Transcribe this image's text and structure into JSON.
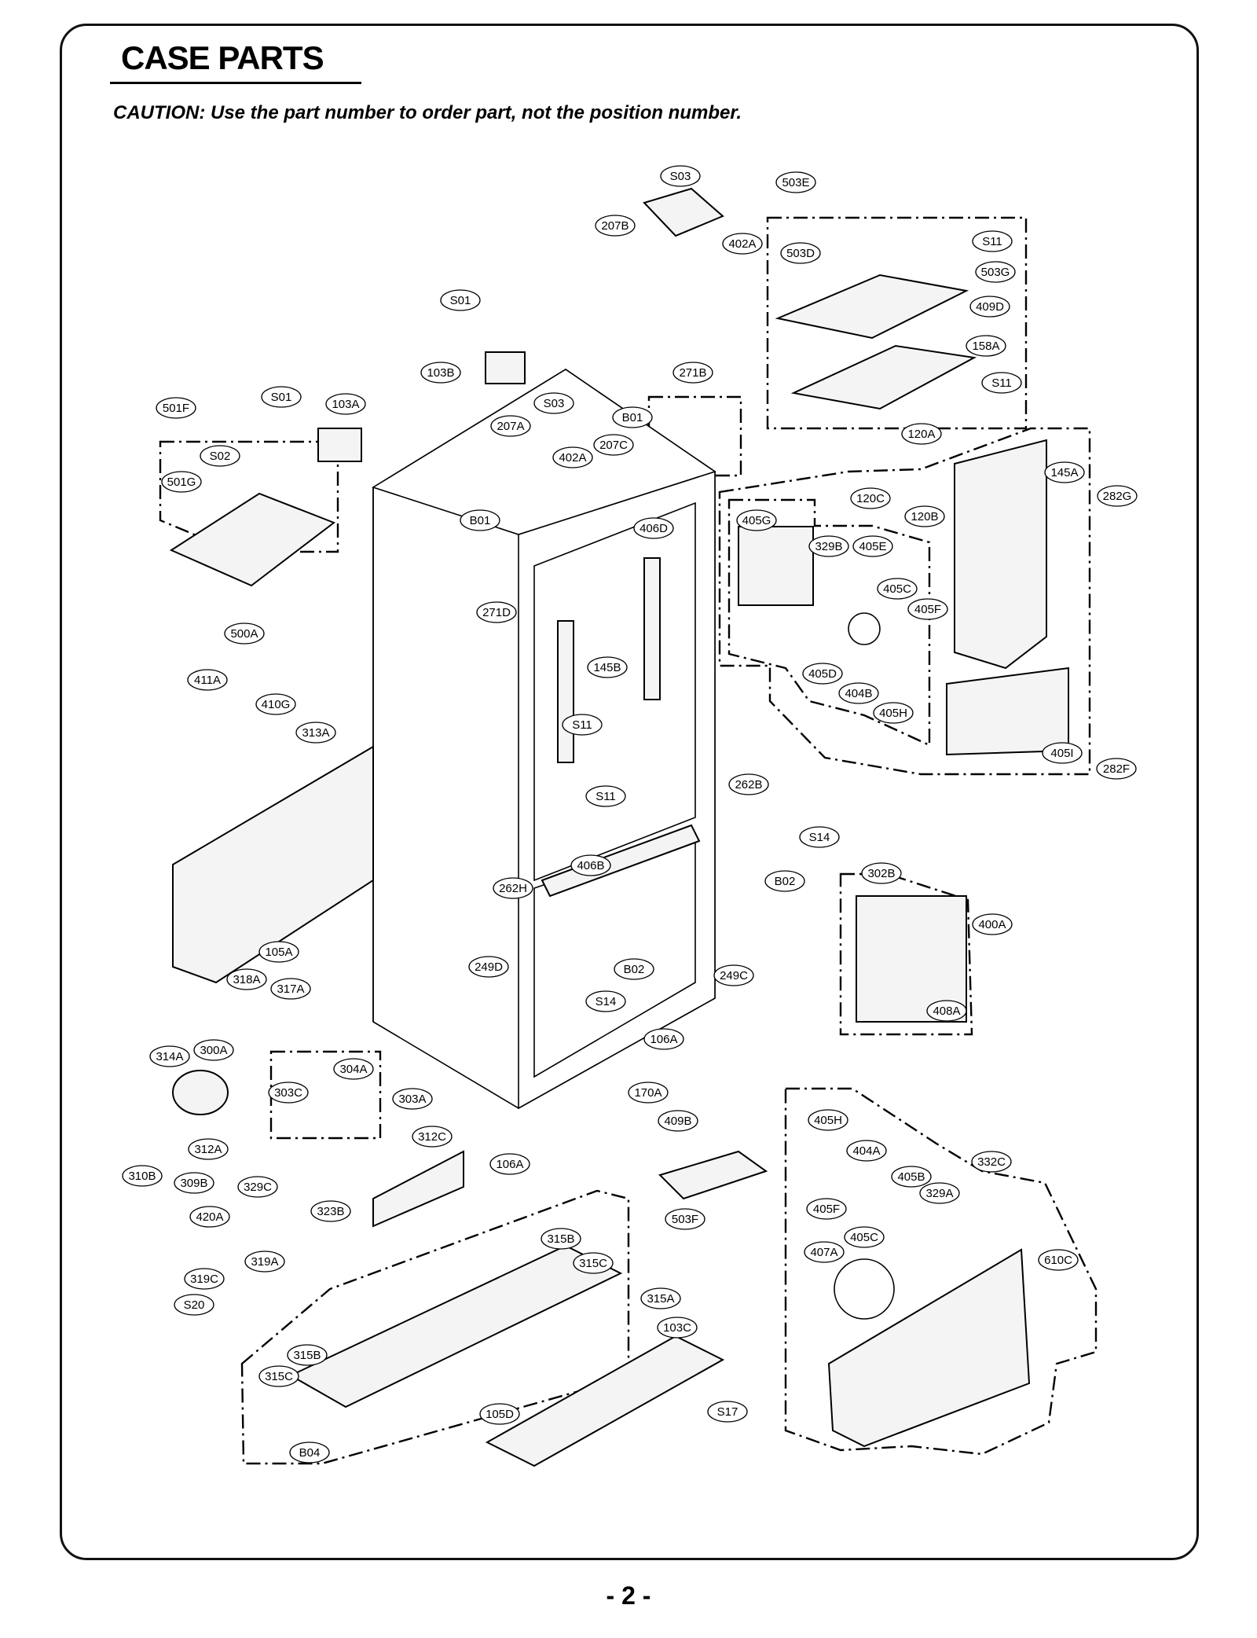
{
  "page": {
    "title": "CASE PARTS",
    "caution": "CAUTION: Use the part number to order part, not the position number.",
    "page_number": "- 2 -"
  },
  "callouts": [
    {
      "label": "S03"
    },
    {
      "label": "503E"
    },
    {
      "label": "207B"
    },
    {
      "label": "402A"
    },
    {
      "label": "S11"
    },
    {
      "label": "503D"
    },
    {
      "label": "503G"
    },
    {
      "label": "409D"
    },
    {
      "label": "158A"
    },
    {
      "label": "S11"
    },
    {
      "label": "S01"
    },
    {
      "label": "103B"
    },
    {
      "label": "271B"
    },
    {
      "label": "501F"
    },
    {
      "label": "S01"
    },
    {
      "label": "103A"
    },
    {
      "label": "S03"
    },
    {
      "label": "B01"
    },
    {
      "label": "207A"
    },
    {
      "label": "402A"
    },
    {
      "label": "207C"
    },
    {
      "label": "120A"
    },
    {
      "label": "S02"
    },
    {
      "label": "501G"
    },
    {
      "label": "B01"
    },
    {
      "label": "406D"
    },
    {
      "label": "120C"
    },
    {
      "label": "145A"
    },
    {
      "label": "282G"
    },
    {
      "label": "405G"
    },
    {
      "label": "120B"
    },
    {
      "label": "329B"
    },
    {
      "label": "405E"
    },
    {
      "label": "405C"
    },
    {
      "label": "405F"
    },
    {
      "label": "271D"
    },
    {
      "label": "500A"
    },
    {
      "label": "145B"
    },
    {
      "label": "405D"
    },
    {
      "label": "404B"
    },
    {
      "label": "405H"
    },
    {
      "label": "411A"
    },
    {
      "label": "410G"
    },
    {
      "label": "S11"
    },
    {
      "label": "313A"
    },
    {
      "label": "405I"
    },
    {
      "label": "282F"
    },
    {
      "label": "262B"
    },
    {
      "label": "S11"
    },
    {
      "label": "S14"
    },
    {
      "label": "B02"
    },
    {
      "label": "406B"
    },
    {
      "label": "302B"
    },
    {
      "label": "262H"
    },
    {
      "label": "400A"
    },
    {
      "label": "105A"
    },
    {
      "label": "249D"
    },
    {
      "label": "B02"
    },
    {
      "label": "249C"
    },
    {
      "label": "318A"
    },
    {
      "label": "317A"
    },
    {
      "label": "S14"
    },
    {
      "label": "408A"
    },
    {
      "label": "106A"
    },
    {
      "label": "314A"
    },
    {
      "label": "300A"
    },
    {
      "label": "304A"
    },
    {
      "label": "303C"
    },
    {
      "label": "303A"
    },
    {
      "label": "170A"
    },
    {
      "label": "405H"
    },
    {
      "label": "409B"
    },
    {
      "label": "312C"
    },
    {
      "label": "404A"
    },
    {
      "label": "312A"
    },
    {
      "label": "106A"
    },
    {
      "label": "332C"
    },
    {
      "label": "310B"
    },
    {
      "label": "309B"
    },
    {
      "label": "329C"
    },
    {
      "label": "405B"
    },
    {
      "label": "329A"
    },
    {
      "label": "405F"
    },
    {
      "label": "420A"
    },
    {
      "label": "323B"
    },
    {
      "label": "503F"
    },
    {
      "label": "405C"
    },
    {
      "label": "315B"
    },
    {
      "label": "407A"
    },
    {
      "label": "319A"
    },
    {
      "label": "315C"
    },
    {
      "label": "610C"
    },
    {
      "label": "319C"
    },
    {
      "label": "315A"
    },
    {
      "label": "S20"
    },
    {
      "label": "103C"
    },
    {
      "label": "315B"
    },
    {
      "label": "315C"
    },
    {
      "label": "105D"
    },
    {
      "label": "S17"
    },
    {
      "label": "B04"
    }
  ]
}
